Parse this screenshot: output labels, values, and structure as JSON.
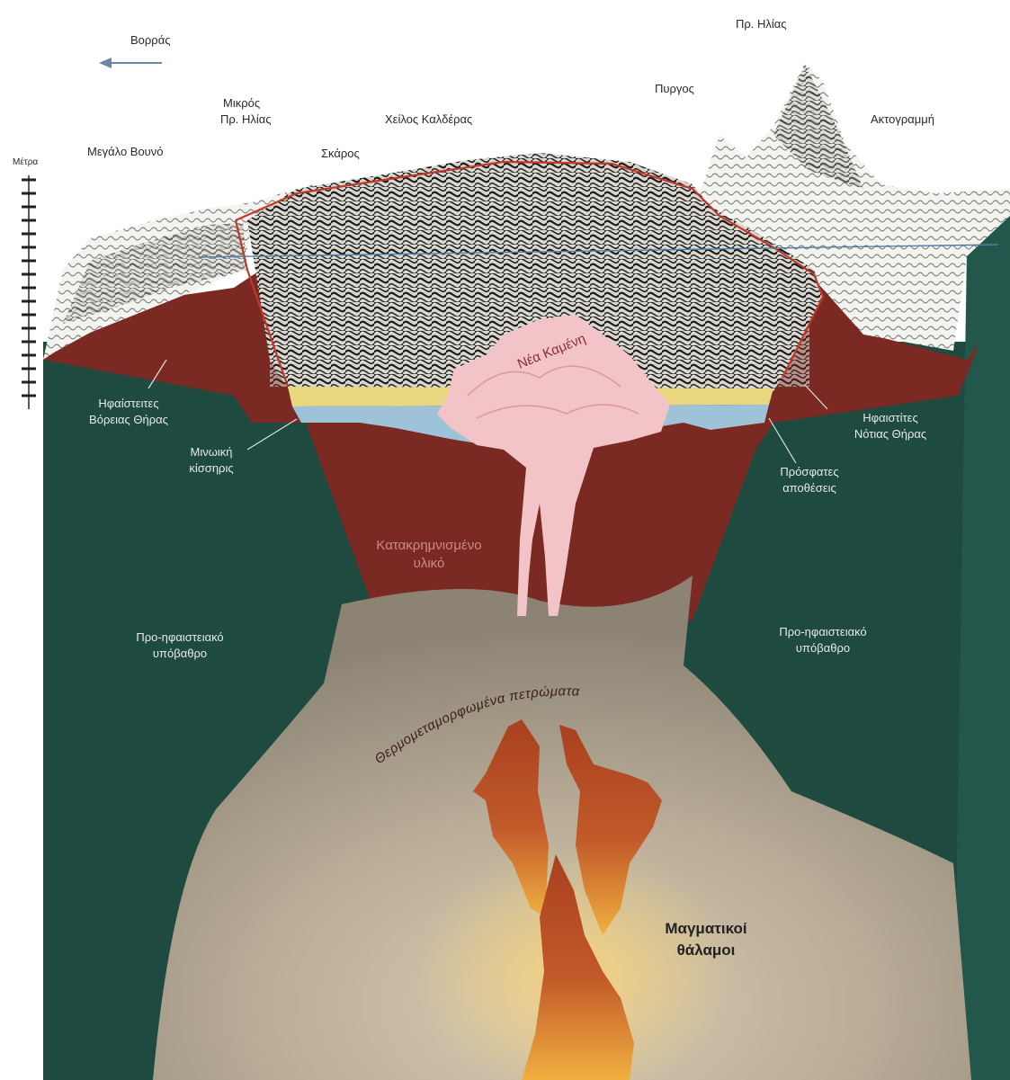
{
  "direction": {
    "label": "Βορράς",
    "arrow_icon": "left-arrow-icon"
  },
  "scale": {
    "unit_label": "Μέτρα"
  },
  "top_labels": {
    "megalo_vouno": "Μεγάλο Βουνό",
    "mikros_pr_ilias": [
      "Μικρός",
      "Πρ. Ηλίας"
    ],
    "skaros": "Σκάρος",
    "cheilos_kallderas": "Χείλος Καλδέρας",
    "pyrgos": "Πυργος",
    "pr_ilias": "Πρ. Ηλίας",
    "aktogrammi": "Ακτογραμμή"
  },
  "layers": {
    "volcanic_north": [
      "Ηφαίστειτες",
      "Βόρειας Θήρας"
    ],
    "minoan_pumice": [
      "Μινωική",
      "κίσσηρις"
    ],
    "nea_kameni": "Νέα Καμένη",
    "volcanic_south": [
      "Ηφαιστίτες",
      "Νότιας Θήρας"
    ],
    "recent_deposits": [
      "Πρόσφατες",
      "αποθέσεις"
    ],
    "collapse_breccia": [
      "Κατακρημνισμένο",
      "υλικό"
    ],
    "basement_left": [
      "Προ-ηφαιστειακό",
      "υπόβαθρο"
    ],
    "basement_right": [
      "Προ-ηφαιστειακό",
      "υπόβαθρο"
    ],
    "thermometamorphic": "Θερμομεταμορφωμένα πετρώματα",
    "magma_chambers": [
      "Μαγματικοί",
      "θάλαμοι"
    ]
  },
  "colors": {
    "basement": "#1e4a40",
    "volcanic": "#7a2a22",
    "pumice_yellow": "#e8d77e",
    "pumice_blue": "#9ec3d8",
    "nea_kameni": "#f2c4c8",
    "thermo": "#b6aa95",
    "magma": "#b84a22",
    "caldera_rim": "#c0392b"
  }
}
